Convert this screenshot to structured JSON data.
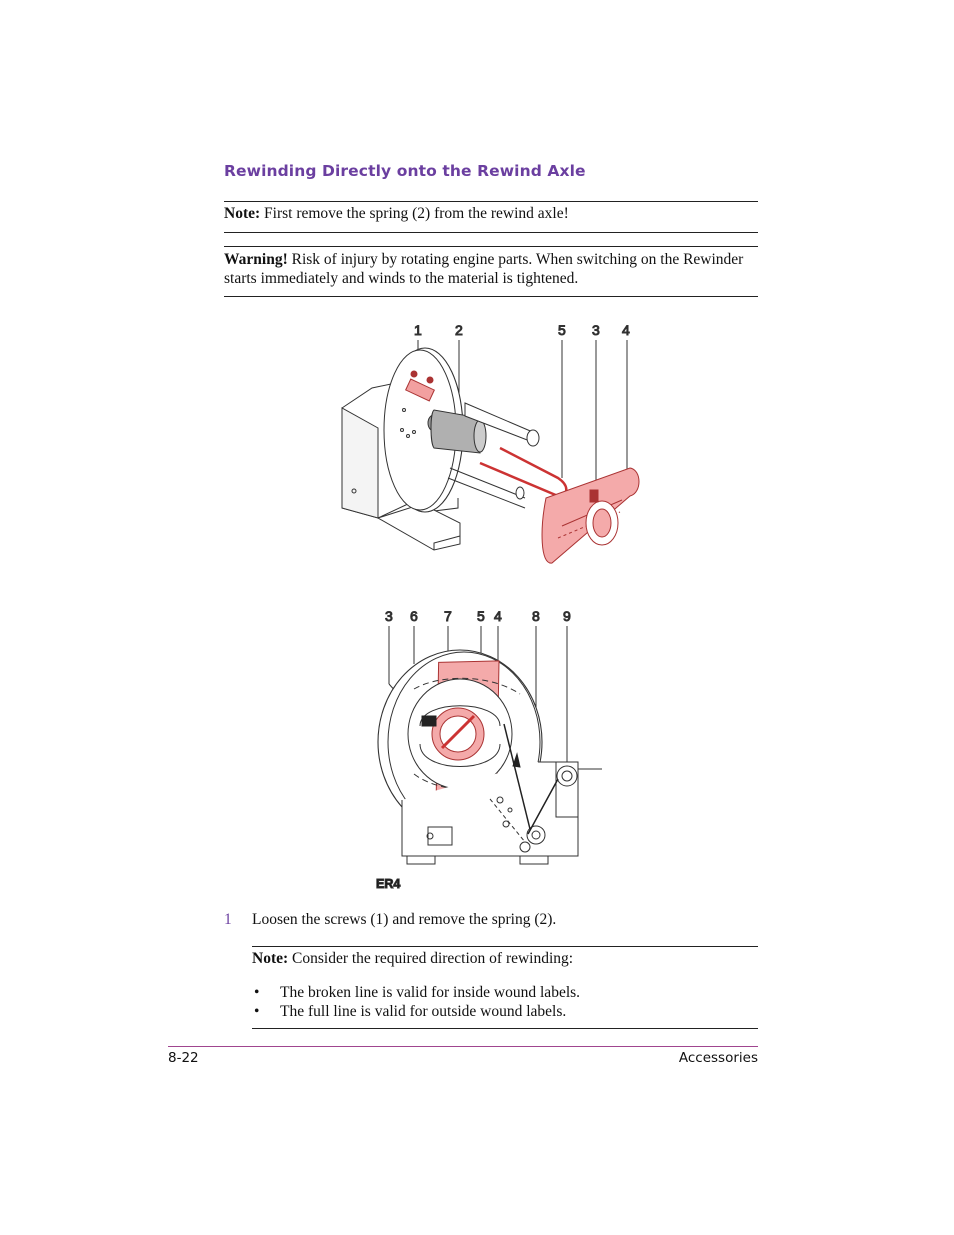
{
  "heading": "Rewinding Directly onto the Rewind Axle",
  "note1": {
    "label": "Note:",
    "text": " First remove the spring (2) from the rewind axle!"
  },
  "warning": {
    "label": "Warning!",
    "text": " Risk of injury by rotating engine parts. When switching on the Rewinder starts immediately and winds to the material is tightened."
  },
  "figure_top": {
    "callouts": [
      "1",
      "2",
      "5",
      "3",
      "4"
    ]
  },
  "figure_bottom": {
    "callouts": [
      "3",
      "6",
      "7",
      "5",
      "4",
      "8",
      "9"
    ],
    "label": "ER4"
  },
  "step": {
    "number": "1",
    "text": "Loosen the screws (1) and remove the spring (2)."
  },
  "note2": {
    "label": "Note:",
    "text": " Consider the required direction of rewinding:"
  },
  "bullets": [
    "The broken line is valid for inside wound labels.",
    "The full line is valid for outside wound labels."
  ],
  "footer": {
    "page": "8-22",
    "section": "Accessories"
  },
  "colors": {
    "heading": "#6b3fa0",
    "highlight": "#f2a0a0",
    "footer_rule": "#a0458f"
  }
}
